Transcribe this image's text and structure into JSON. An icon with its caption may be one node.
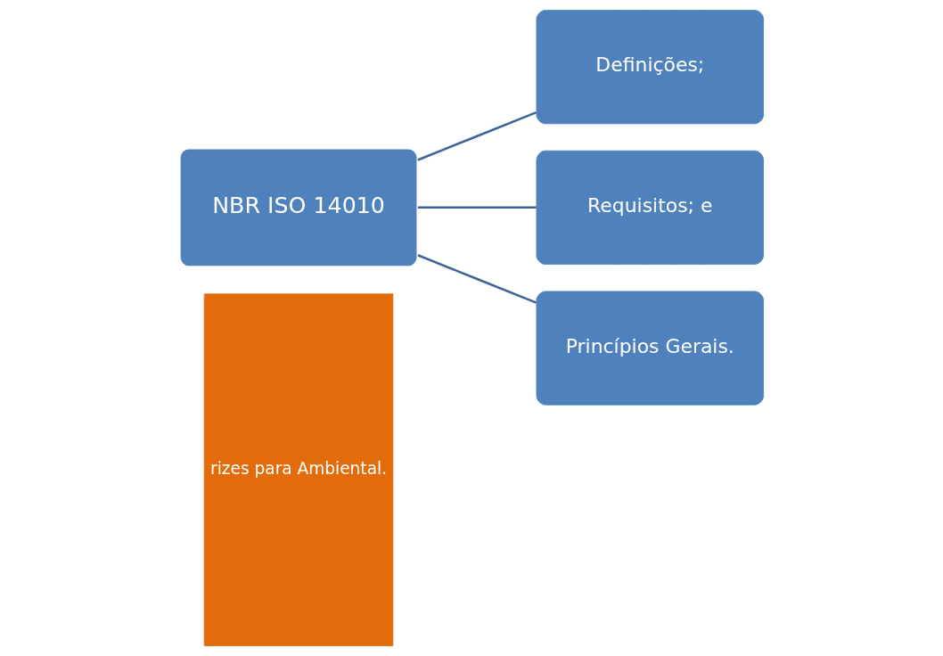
{
  "diagram": {
    "nodes": [
      {
        "text": [
          "rizes para Ambiental."
        ]
      },
      {
        "text": [
          "NBR ISO 14010"
        ]
      },
      {
        "text": [
          "Definições;"
        ]
      },
      {
        "text": [
          "Requisitos; e"
        ]
      },
      {
        "text": [
          "Princípios Gerais."
        ]
      }
    ],
    "edges": [
      {
        "from": 1,
        "to": 2,
        "arrow": "none"
      },
      {
        "from": 1,
        "to": 3,
        "arrow": "none"
      },
      {
        "from": 1,
        "to": 4,
        "arrow": "none"
      }
    ]
  }
}
